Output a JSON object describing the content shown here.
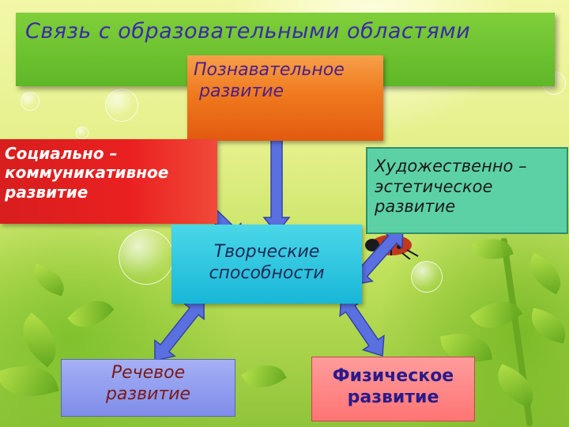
{
  "slide": {
    "title": "Связь с образовательными областями"
  },
  "diagram": {
    "center": {
      "line1": "Творческие",
      "line2": "способности"
    },
    "nodes": {
      "cognitive": {
        "line1": "Познавательное",
        "line2": " развитие"
      },
      "social": {
        "line1": "Социально –",
        "line2": "коммуникативное",
        "line3": "развитие"
      },
      "artistic": {
        "line1": "Художественно –",
        "line2": "эстетическое",
        "line3": "развитие"
      },
      "speech": {
        "line1": "Речевое",
        "line2": "развитие"
      },
      "physical": {
        "line1": "Физическое",
        "line2": "развитие"
      }
    }
  },
  "colors": {
    "title_bar": "#6cc22e",
    "title_text": "#3a2aa8",
    "cognitive_box": "#f07a1e",
    "social_box": "#e52020",
    "artistic_box": "#5dd1a6",
    "center_box": "#22bedc",
    "speech_box": "#8f9bef",
    "physical_box": "#ff8585",
    "arrow_fill": "#5a6fe0",
    "arrow_stroke": "#3443a8"
  },
  "icons": [
    "double-arrow-icon",
    "ladybug-icon"
  ]
}
